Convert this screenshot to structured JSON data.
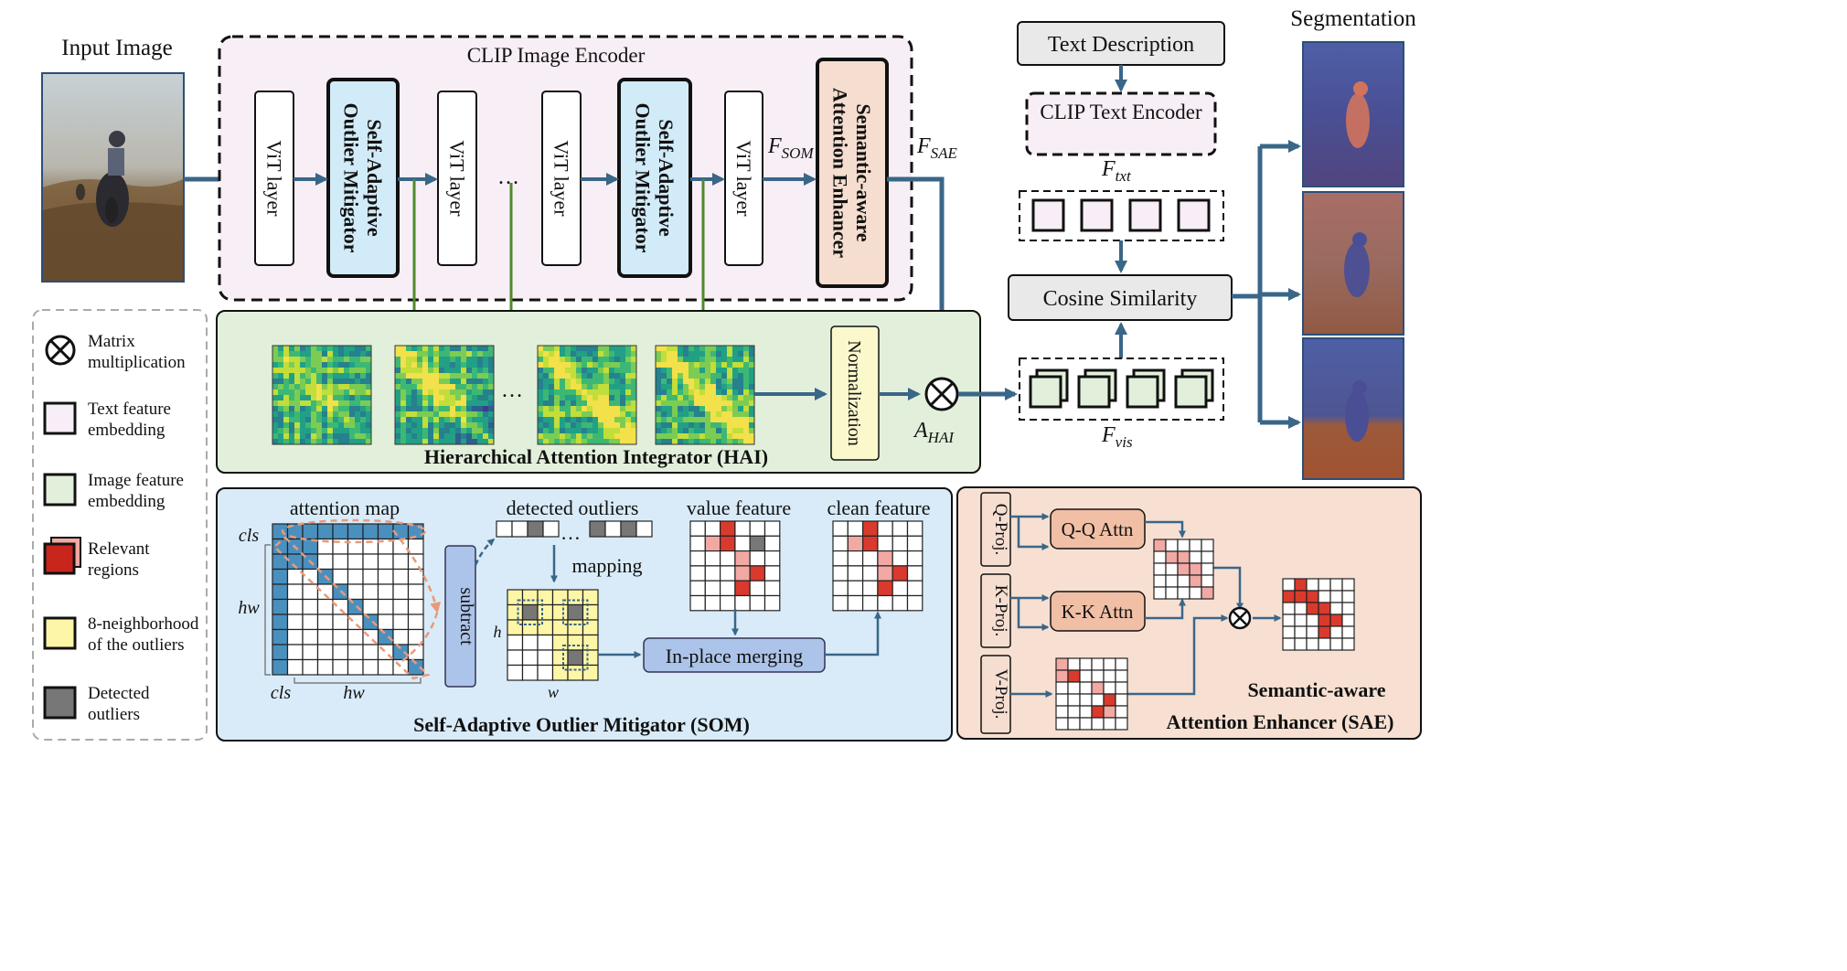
{
  "input_image": {
    "title": "Input Image"
  },
  "clip_encoder": {
    "title": "CLIP Image Encoder",
    "blocks": [
      {
        "label": "ViT layer",
        "type": "vit"
      },
      {
        "label": "Self-Adaptive Outlier Mitigator",
        "type": "som"
      },
      {
        "label": "ViT layer",
        "type": "vit"
      },
      {
        "label": "ViT layer",
        "type": "vit"
      },
      {
        "label": "Self-Adaptive Outlier Mitigator",
        "type": "som"
      },
      {
        "label": "ViT layer",
        "type": "vit"
      },
      {
        "label": "Semantic-aware Attention Enhancer",
        "type": "sae"
      }
    ],
    "ellipsis": "…",
    "f_som_base": "F",
    "f_som_sub": "SOM",
    "f_sae_base": "F",
    "f_sae_sub": "SAE"
  },
  "text_branch": {
    "text_description": "Text Description",
    "clip_text_encoder": "CLIP Text Encoder",
    "f_txt_base": "F",
    "f_txt_sub": "txt",
    "cosine": "Cosine Similarity",
    "f_vis_base": "F",
    "f_vis_sub": "vis"
  },
  "segmentation": {
    "title": "Segmentation"
  },
  "hai": {
    "title": "Hierarchical Attention Integrator (HAI)",
    "normalization": "Normalization",
    "ellipsis": "…",
    "a_hai_base": "A",
    "a_hai_sub": "HAI"
  },
  "legend": [
    {
      "label": "Matrix multiplication",
      "icon": "otimes-icon"
    },
    {
      "label": "Text feature embedding",
      "icon": "text-embed-icon",
      "color": "#f7eef8"
    },
    {
      "label": "Image feature embedding",
      "icon": "image-embed-icon",
      "color": "#e2f0db"
    },
    {
      "label": "Relevant regions",
      "icon": "relevant-region-icon",
      "color": "#c8251d"
    },
    {
      "label": "8-neighborhood of the outliers",
      "icon": "neighborhood-icon",
      "color": "#fdf6a6"
    },
    {
      "label": "Detected outliers",
      "icon": "outlier-icon",
      "color": "#777777"
    }
  ],
  "som": {
    "title": "Self-Adaptive Outlier Mitigator (SOM)",
    "attention_map": "attention map",
    "cls": "cls",
    "hw": "hw",
    "subtract": "subtract",
    "detected_outliers": "detected outliers",
    "ellipsis": "…",
    "mapping": "mapping",
    "h": "h",
    "w": "w",
    "value_feature": "value feature",
    "clean_feature": "clean feature",
    "merging": "In-place merging"
  },
  "sae": {
    "title_line1": "Semantic-aware",
    "title_line2": "Attention Enhancer (SAE)",
    "q_proj": "Q-Proj.",
    "k_proj": "K-Proj.",
    "v_proj": "V-Proj.",
    "qq_attn": "Q-Q Attn",
    "kk_attn": "K-K Attn"
  },
  "colors": {
    "arrow": "#3a6688",
    "green_arrow": "#4e8a2c",
    "orange_dash": "#e89a7a",
    "encoder_bg": "#f8eef6",
    "hai_bg": "#e2f0db",
    "som_bg": "#d9ebf8",
    "sae_bg": "#f7e0d2",
    "som_block": "#d1ebf8",
    "sae_block": "#f5ddd0",
    "norm_bg": "#fbf8cc",
    "cell_blue": "#4a90bf",
    "cell_red": "#d93a2d",
    "cell_pink": "#f2a8a3"
  }
}
